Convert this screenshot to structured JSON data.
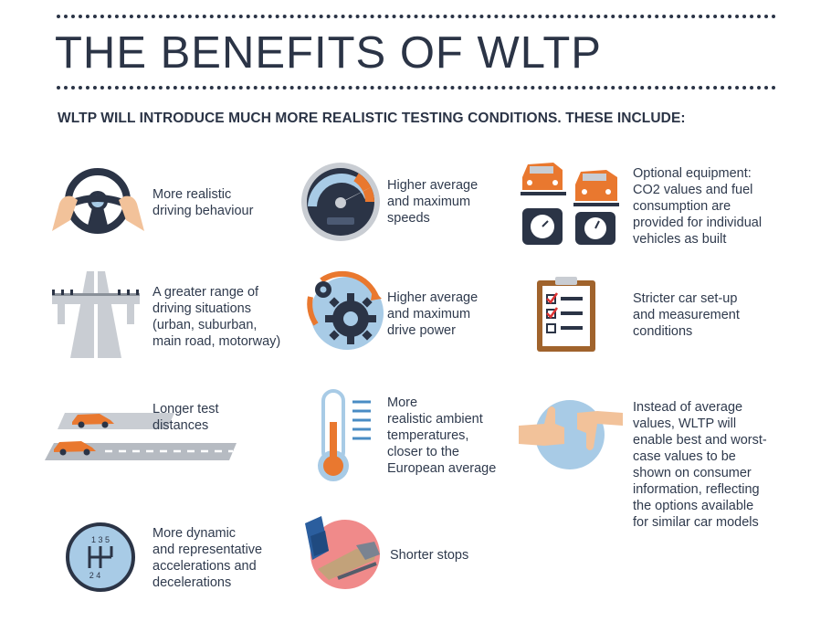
{
  "header": {
    "title": "THE BENEFITS OF WLTP",
    "subtitle": "WLTP WILL INTRODUCE MUCH MORE REALISTIC TESTING CONDITIONS. THESE INCLUDE:"
  },
  "benefits": {
    "steering": "More realistic\ndriving behaviour",
    "speedometer": "Higher average\nand maximum\nspeeds",
    "equipment": "Optional equipment:\nCO2 values and fuel\nconsumption are\nprovided for individual\nvehicles as built",
    "road": "A greater range of\ndriving situations\n(urban, suburban,\nmain road, motorway)",
    "gears": "Higher average\nand maximum\ndrive power",
    "checklist": "Stricter car set-up\nand measurement\nconditions",
    "distance": "Longer test\ndistances",
    "thermometer": "More\nrealistic ambient\ntemperatures,\ncloser to the\nEuropean average",
    "values": "Instead of average\nvalues, WLTP will\nenable best and worst-\ncase values to be\nshown on consumer\ninformation, reflecting\nthe options available\nfor similar car models",
    "gearshift": "More dynamic\nand representative\naccelerations and\ndecelerations",
    "stops": "Shorter stops"
  },
  "gearshift_numbers": {
    "top": "1 3 5",
    "bottom": "2 4"
  },
  "colors": {
    "navy": "#2b3446",
    "orange": "#e9782f",
    "light_blue": "#a8cbe6",
    "gray": "#c9cdd3",
    "skin": "#f2c29a"
  }
}
